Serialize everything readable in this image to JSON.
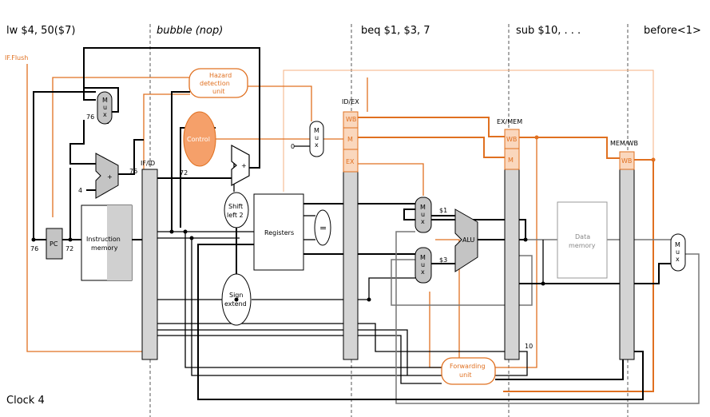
{
  "stages": {
    "s1": "lw $4, 50($7)",
    "s2": "bubble (nop)",
    "s3": "beq  $1, $3, 7",
    "s4": "sub $10, . . .",
    "s5": "before<1>"
  },
  "clock": "Clock 4",
  "signals": {
    "if_flush": "IF.Flush"
  },
  "blocks": {
    "hazard_unit": [
      "Hazard",
      "detection",
      "unit"
    ],
    "control": "Control",
    "pc": "PC",
    "instruction_memory": [
      "Instruction",
      "memory"
    ],
    "registers": "Registers",
    "shift_left": [
      "Shift",
      "left 2"
    ],
    "sign_extend": [
      "Sign",
      "extend"
    ],
    "equal": "=",
    "alu": "ALU",
    "data_memory": [
      "Data",
      "memory"
    ],
    "forwarding_unit": [
      "Forwarding",
      "unit"
    ],
    "mux": [
      "M",
      "u",
      "x"
    ],
    "adder": "+",
    "control_fields": [
      "WB",
      "M",
      "EX"
    ]
  },
  "registers_labels": {
    "if_id": "IF/ID",
    "id_ex": "ID/EX",
    "ex_mem": "EX/MEM",
    "mem_wb": "MEM/WB"
  },
  "values": {
    "pc_in": "76",
    "pc_out": "72",
    "adder_const": "4",
    "adder_out": "76",
    "ifid_pc": "72",
    "mux_top_in": "76",
    "mux_zero": "0",
    "reg1": "$1",
    "reg3": "$3",
    "dest10": "10"
  }
}
